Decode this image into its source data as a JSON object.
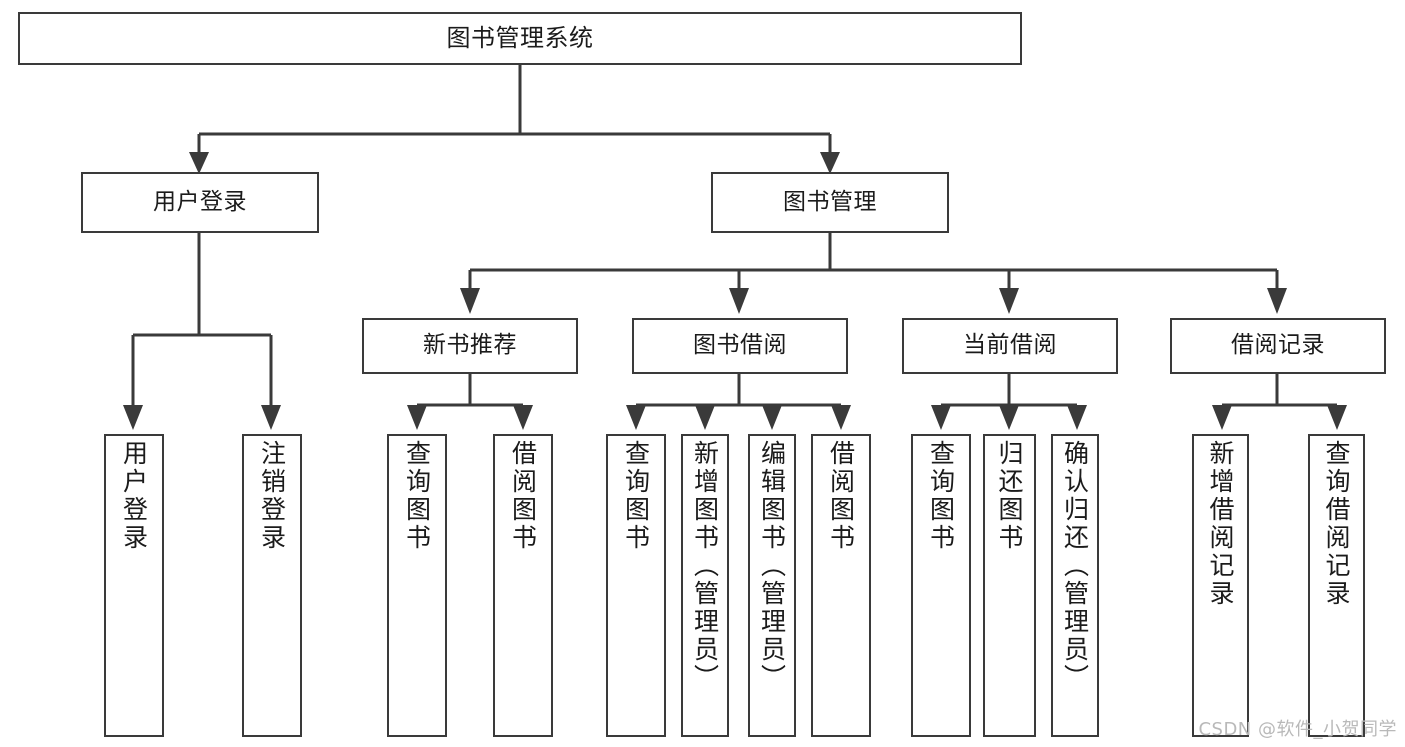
{
  "diagram": {
    "title": "图书管理系统",
    "type": "tree-hierarchy",
    "watermark": "CSDN @软件_小贺同学",
    "colors": {
      "background": "#ffffff",
      "box_border": "#3a3a3a",
      "box_fill": "#ffffff",
      "text": "#1b1b1b",
      "edge": "#3a3a3a",
      "watermark": "#b9b9b9"
    }
  },
  "nodes": {
    "root": {
      "label": "图书管理系统"
    },
    "level2": [
      {
        "id": "user-login",
        "label": "用户登录"
      },
      {
        "id": "book-manage",
        "label": "图书管理"
      }
    ],
    "level3": [
      {
        "id": "new-book-recommend",
        "label": "新书推荐"
      },
      {
        "id": "book-borrow",
        "label": "图书借阅"
      },
      {
        "id": "current-borrow",
        "label": "当前借阅"
      },
      {
        "id": "borrow-record",
        "label": "借阅记录"
      }
    ],
    "leaves": {
      "user_login": [
        {
          "id": "leaf-user-login",
          "label": "用户登录"
        },
        {
          "id": "leaf-logout",
          "label": "注销登录"
        }
      ],
      "new_book_recommend": [
        {
          "id": "leaf-query-book-1",
          "label": "查询图书"
        },
        {
          "id": "leaf-borrow-book-1",
          "label": "借阅图书"
        }
      ],
      "book_borrow": [
        {
          "id": "leaf-query-book-2",
          "label": "查询图书"
        },
        {
          "id": "leaf-add-book",
          "label": "新增图书（管理员）"
        },
        {
          "id": "leaf-edit-book",
          "label": "编辑图书（管理员）"
        },
        {
          "id": "leaf-borrow-book-2",
          "label": "借阅图书"
        }
      ],
      "current_borrow": [
        {
          "id": "leaf-query-book-3",
          "label": "查询图书"
        },
        {
          "id": "leaf-return-book",
          "label": "归还图书"
        },
        {
          "id": "leaf-confirm-return",
          "label": "确认归还（管理员）"
        }
      ],
      "borrow_record": [
        {
          "id": "leaf-add-record",
          "label": "新增借阅记录"
        },
        {
          "id": "leaf-query-record",
          "label": "查询借阅记录"
        }
      ]
    }
  }
}
